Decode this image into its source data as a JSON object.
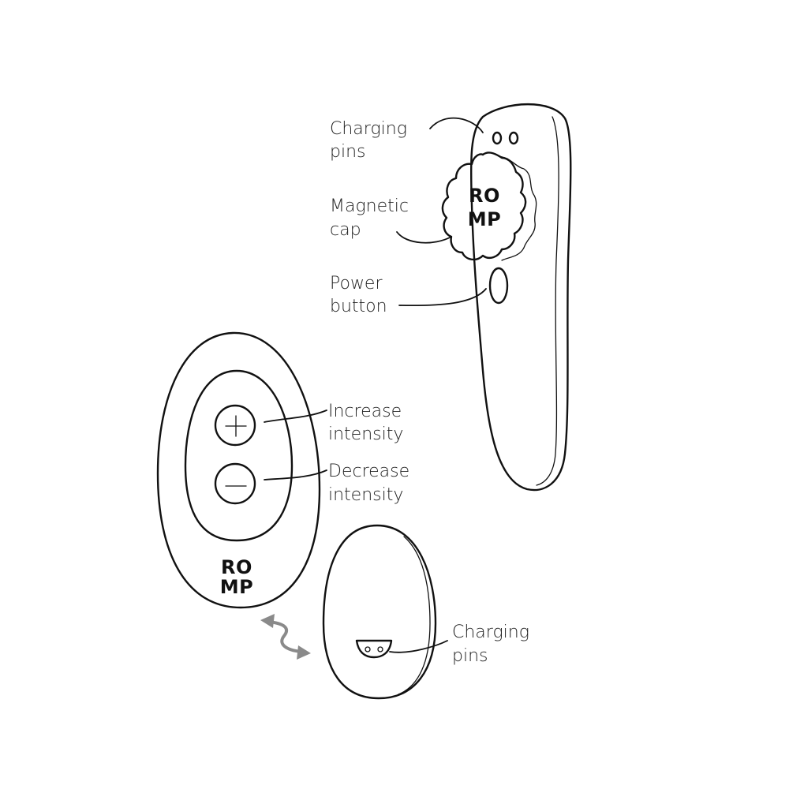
{
  "labels": {
    "vibe_charging_pins_line1": "Charging",
    "vibe_charging_pins_line2": "pins",
    "magnetic_cap_line1": "Magnetic",
    "magnetic_cap_line2": "cap",
    "power_button_line1": "Power",
    "power_button_line2": "button",
    "increase_line1": "Increase",
    "increase_line2": "intensity",
    "decrease_line1": "Decrease",
    "decrease_line2": "intensity",
    "remote_charging_pins_line1": "Charging",
    "remote_charging_pins_line2": "pins"
  },
  "logos": {
    "cap_line1": "RO",
    "cap_line2": "MP",
    "remote_line1": "RO",
    "remote_line2": "MP"
  },
  "icons": {
    "plus": "plus-icon",
    "minus": "minus-icon",
    "sync_arrow": "double-arrow-icon"
  },
  "colors": {
    "stroke": "#111111",
    "arrow": "#8a8a8a",
    "text": "#222222"
  }
}
